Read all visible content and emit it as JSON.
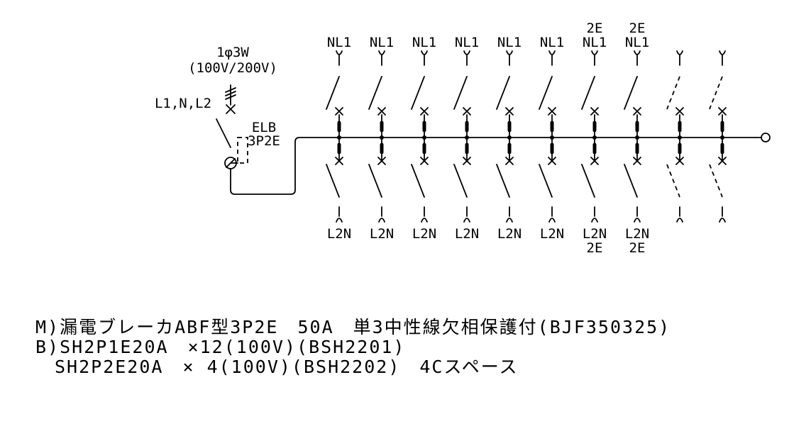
{
  "supply": {
    "phase": "1φ3W",
    "voltage": "(100V/200V)",
    "lines": "L1,N,L2"
  },
  "main_breaker": {
    "label": "ELB",
    "poles": "3P2E"
  },
  "circuits": [
    {
      "top": "NL1",
      "top_prefix": "",
      "bottom": "L2N",
      "bottom_suffix": "",
      "spare": false
    },
    {
      "top": "NL1",
      "top_prefix": "",
      "bottom": "L2N",
      "bottom_suffix": "",
      "spare": false
    },
    {
      "top": "NL1",
      "top_prefix": "",
      "bottom": "L2N",
      "bottom_suffix": "",
      "spare": false
    },
    {
      "top": "NL1",
      "top_prefix": "",
      "bottom": "L2N",
      "bottom_suffix": "",
      "spare": false
    },
    {
      "top": "NL1",
      "top_prefix": "",
      "bottom": "L2N",
      "bottom_suffix": "",
      "spare": false
    },
    {
      "top": "NL1",
      "top_prefix": "",
      "bottom": "L2N",
      "bottom_suffix": "",
      "spare": false
    },
    {
      "top": "NL1",
      "top_prefix": "2E",
      "bottom": "L2N",
      "bottom_suffix": "2E",
      "spare": false
    },
    {
      "top": "NL1",
      "top_prefix": "2E",
      "bottom": "L2N",
      "bottom_suffix": "2E",
      "spare": false
    },
    {
      "top": "",
      "top_prefix": "",
      "bottom": "",
      "bottom_suffix": "",
      "spare": true
    },
    {
      "top": "",
      "top_prefix": "",
      "bottom": "",
      "bottom_suffix": "",
      "spare": true
    }
  ],
  "spec": {
    "line1": "M)漏電ブレーカABF型3P2E　50A　単3中性線欠相保護付(BJF350325)",
    "line2": "B)SH2P1E20A　×12(100V)(BSH2201)",
    "line3": "　SH2P2E20A　× 4(100V)(BSH2202)　4Cスペース"
  }
}
